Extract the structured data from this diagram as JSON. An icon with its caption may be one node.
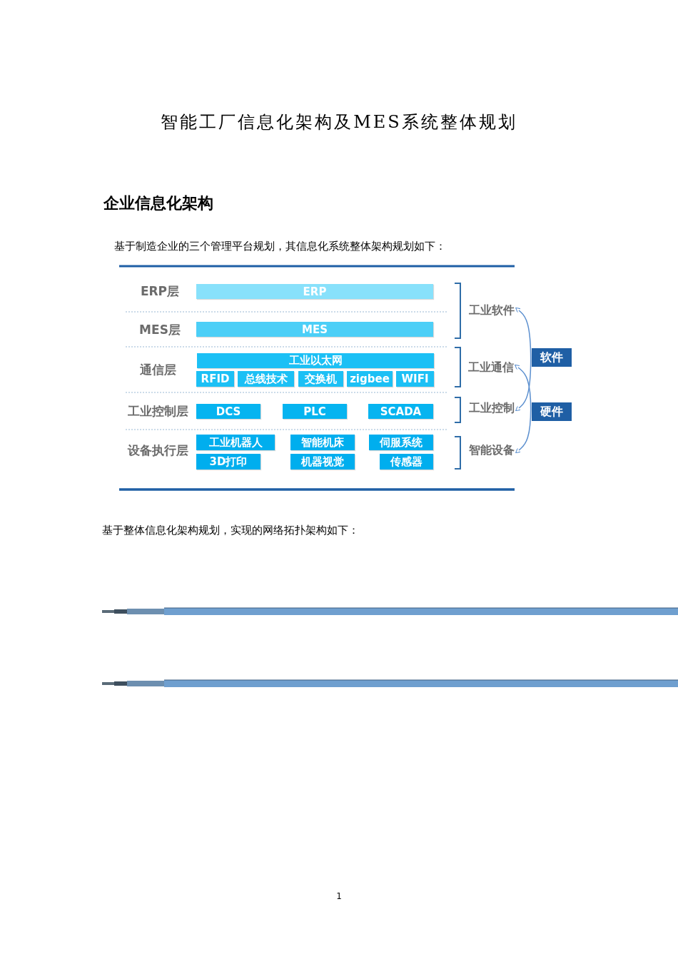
{
  "diagram": {
    "title": "智能工厂信息化架构及MES系统整体规划",
    "nodes": [
      {
        "text": [
          "ERP"
        ]
      },
      {
        "text": [
          "MES"
        ]
      },
      {
        "text": [
          "工业以太网"
        ]
      },
      {
        "text": [
          "RFID"
        ]
      },
      {
        "text": [
          "总线技术"
        ]
      },
      {
        "text": [
          "交换机"
        ]
      },
      {
        "text": [
          "zigbee"
        ]
      },
      {
        "text": [
          "WIFI"
        ]
      },
      {
        "text": [
          "DCS"
        ]
      },
      {
        "text": [
          "PLC"
        ]
      },
      {
        "text": [
          "SCADA"
        ]
      },
      {
        "text": [
          "工业机器人"
        ]
      },
      {
        "text": [
          "智能机床"
        ]
      },
      {
        "text": [
          "伺服系统"
        ]
      },
      {
        "text": [
          "3D打印"
        ]
      },
      {
        "text": [
          "机器视觉"
        ]
      },
      {
        "text": [
          "传感器"
        ]
      },
      {
        "text": [
          "工业软件"
        ]
      },
      {
        "text": [
          "软件"
        ]
      },
      {
        "text": [
          "工业通信"
        ]
      },
      {
        "text": [
          "工业控制"
        ]
      },
      {
        "text": [
          "硬件"
        ]
      },
      {
        "text": [
          "智能设备"
        ]
      }
    ],
    "edges": [
      {
        "from": 17,
        "to": 20,
        "arrow": "both"
      },
      {
        "from": 19,
        "to": 22,
        "arrow": "both"
      }
    ],
    "labels": [
      "企业信息化架构",
      "基于制造企业的三个管理平台规划，其信息化系统整体架构规划如下：",
      "ERP层",
      "MES层",
      "通信层",
      "工业控制层",
      "设备执行层",
      "基于整体信息化架构规划，实现的网络拓扑架构如下：",
      "1"
    ]
  }
}
